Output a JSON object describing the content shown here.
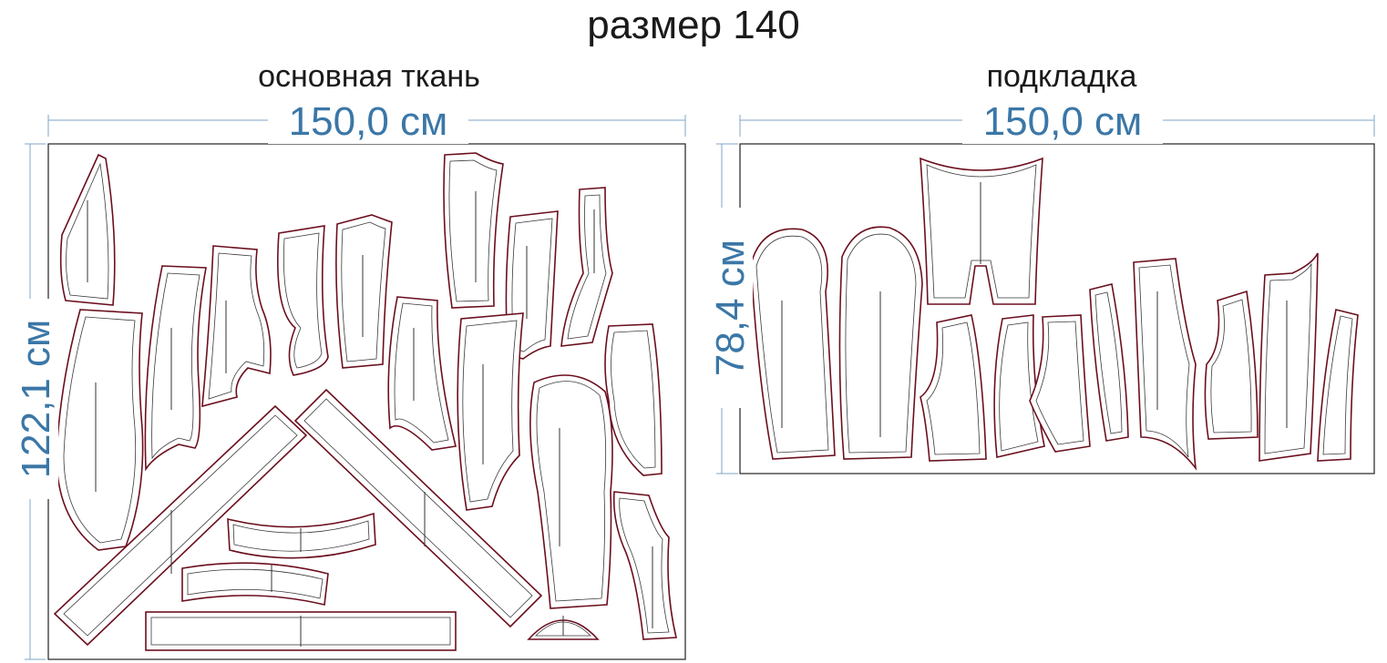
{
  "title": "размер 140",
  "main_fabric": {
    "label": "основная ткань",
    "width": "150,0 см",
    "length": "122,1 см"
  },
  "lining": {
    "label": "подкладка",
    "width": "150,0 см",
    "length": "78,4 см"
  },
  "colors": {
    "dimension": "#3b77a7",
    "cut_line": "#6b0f1e",
    "sew_line": "#3a3a3a"
  }
}
